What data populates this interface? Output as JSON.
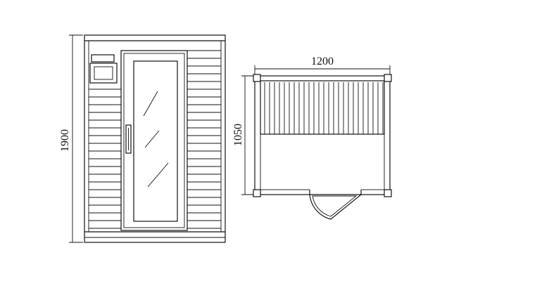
{
  "drawing": {
    "front_view": {
      "height_label": "1900",
      "door_glass": "glass-door",
      "handle": "door-handle"
    },
    "plan_view": {
      "width_label": "1200",
      "depth_label": "1050"
    },
    "line_color": "#111111",
    "background_color": "#ffffff"
  }
}
